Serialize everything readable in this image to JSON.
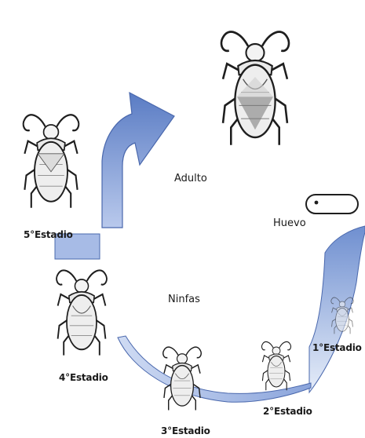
{
  "labels": {
    "adult": "Adulto",
    "egg": "Huevo",
    "nymphs": "Ninfas",
    "stage1": "1°Estadio",
    "stage2": "2°Estadio",
    "stage3": "3°Estadio",
    "stage4": "4°Estadio",
    "stage5": "5°Estadio"
  },
  "colors": {
    "arrow_blue": "#5d7fc6",
    "arrow_light": "#c4d2ef",
    "ink": "#1e1e1e"
  }
}
